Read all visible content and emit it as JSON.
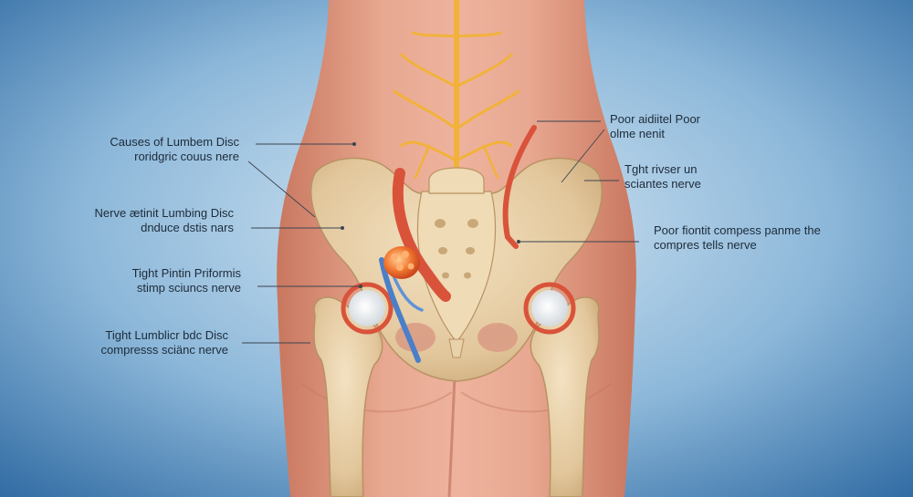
{
  "colors": {
    "background": "#4f86b8",
    "skin": "#e3a08a",
    "bone": "#e4cca4",
    "nerve_yellow": "#f2b23a",
    "vessel_red": "#d9533a",
    "vessel_blue": "#4a7fc9",
    "inflamed_disc": "#f07a3a"
  },
  "labels": {
    "left_1": {
      "line1": "Causes of Lumbem Disc",
      "line2": "roridgric couus nere"
    },
    "left_2": {
      "line1": "Nerve ætinit Lumbing Disc",
      "line2": "dnduce dstis nars"
    },
    "left_3": {
      "line1": "Tight Pintin Priformis",
      "line2": "stimp sciuncs nerve"
    },
    "left_4": {
      "line1": "Tight Lumblicr bdc Disc",
      "line2": "compresss sciänc nerve"
    },
    "right_1": {
      "line1": "Poor aidiitel Poor",
      "line2": "olme nenit"
    },
    "right_2": {
      "line1": "Tght rivser un",
      "line2": "sciantes nerve"
    },
    "right_3": {
      "line1": "Poor fiontit compess panme the",
      "line2": "compres tells nerve"
    }
  }
}
